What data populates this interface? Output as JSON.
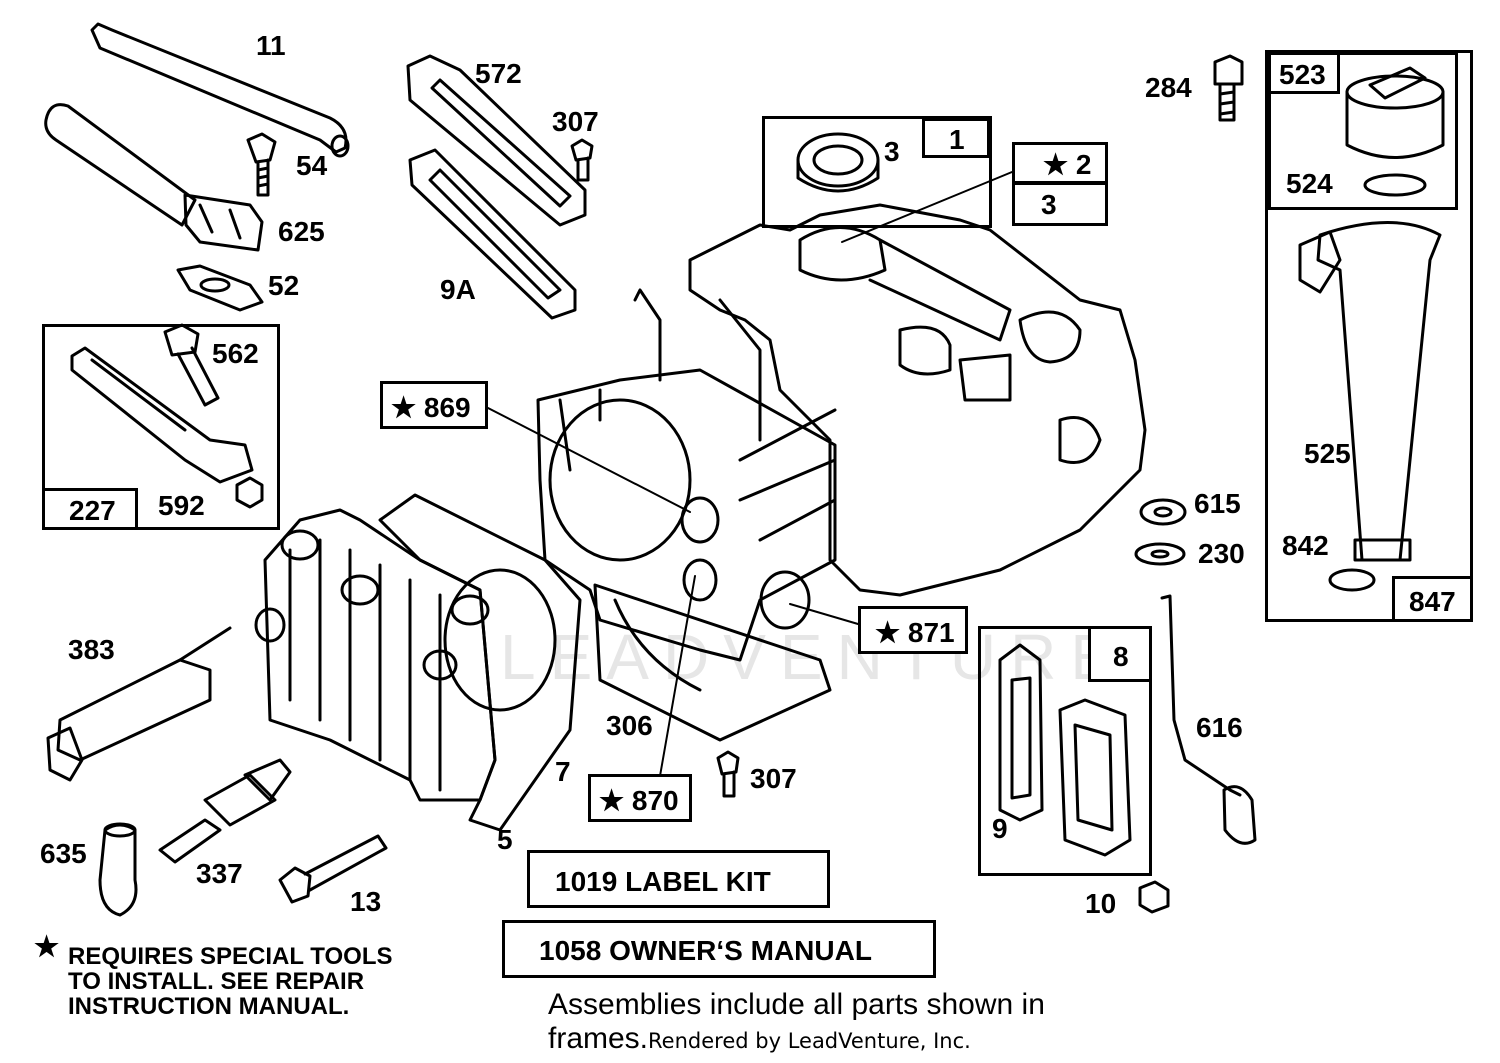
{
  "watermark": "LEADVENTURE",
  "callouts": [
    {
      "id": "c11",
      "text": "11"
    },
    {
      "id": "c54",
      "text": "54"
    },
    {
      "id": "c625",
      "text": "625"
    },
    {
      "id": "c52",
      "text": "52"
    },
    {
      "id": "c572",
      "text": "572"
    },
    {
      "id": "c307a",
      "text": "307"
    },
    {
      "id": "c9A",
      "text": "9A"
    },
    {
      "id": "c3a",
      "text": "3"
    },
    {
      "id": "c284",
      "text": "284"
    },
    {
      "id": "c562",
      "text": "562"
    },
    {
      "id": "c592",
      "text": "592"
    },
    {
      "id": "c524",
      "text": "524"
    },
    {
      "id": "c525",
      "text": "525"
    },
    {
      "id": "c842",
      "text": "842"
    },
    {
      "id": "c615",
      "text": "615"
    },
    {
      "id": "c230",
      "text": "230"
    },
    {
      "id": "c383",
      "text": "383"
    },
    {
      "id": "c306",
      "text": "306"
    },
    {
      "id": "c7",
      "text": "7"
    },
    {
      "id": "c307b",
      "text": "307"
    },
    {
      "id": "c616",
      "text": "616"
    },
    {
      "id": "c9",
      "text": "9"
    },
    {
      "id": "c635",
      "text": "635"
    },
    {
      "id": "c337",
      "text": "337"
    },
    {
      "id": "c13",
      "text": "13"
    },
    {
      "id": "c5",
      "text": "5"
    },
    {
      "id": "c10",
      "text": "10"
    }
  ],
  "boxed_labels": {
    "b1": "1",
    "b2": "★ 2",
    "b3": "3",
    "b523": "523",
    "b227": "227",
    "b847": "847",
    "b8": "8",
    "b869": "★ 869",
    "b871": "★ 871",
    "b870": "★ 870"
  },
  "kits": {
    "label_kit": "1019 LABEL KIT",
    "owners_manual": "1058 OWNER‘S MANUAL"
  },
  "notes": {
    "star": "★",
    "line1": "REQUIRES SPECIAL TOOLS",
    "line2": "TO INSTALL.  SEE REPAIR",
    "line3": "INSTRUCTION MANUAL.",
    "assy_line1": "Assemblies include all parts shown in",
    "assy_line2": "frames.",
    "rendered_by": "Rendered by LeadVenture, Inc."
  }
}
